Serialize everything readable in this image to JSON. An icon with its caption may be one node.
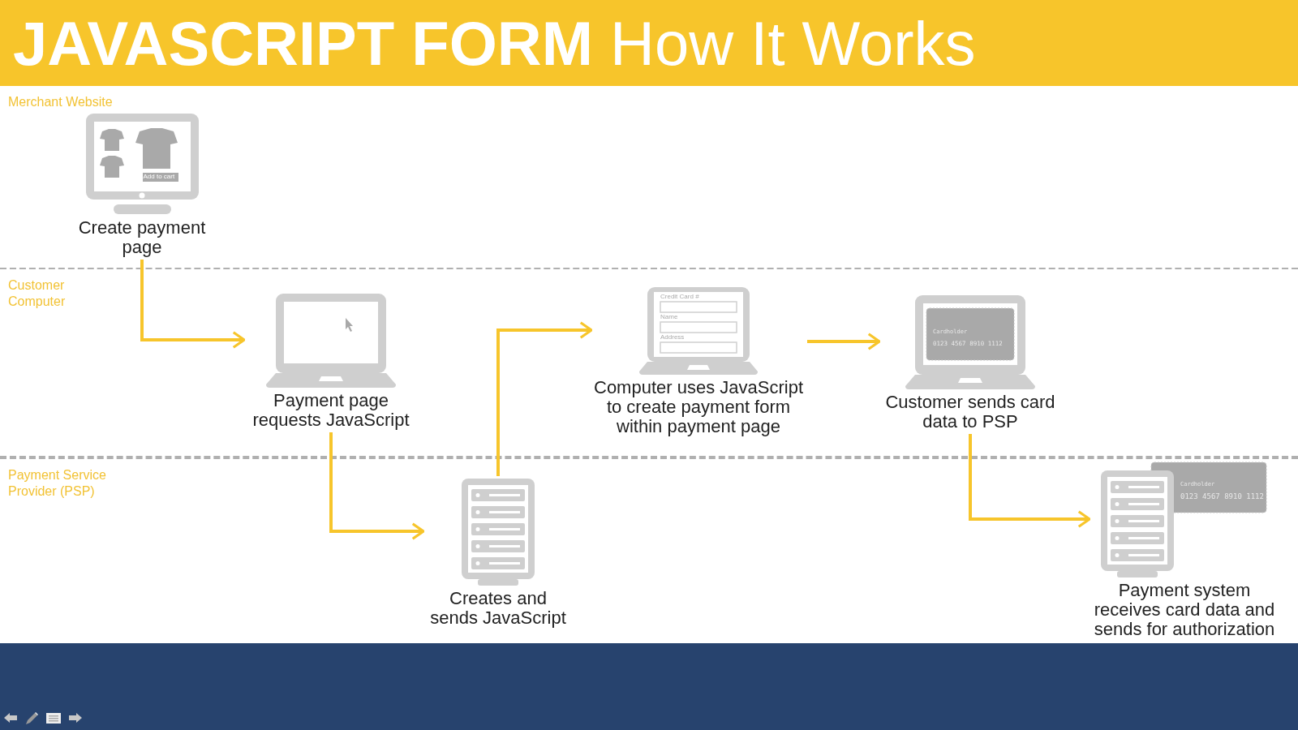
{
  "diagram": {
    "title": "**JAVASCRIPT FORM** How It Works",
    "nodes": [
      {
        "text": [
          "Merchant Website"
        ]
      },
      {
        "text": [
          "Create payment page"
        ],
        "in": 0
      },
      {
        "text": [
          "Customer Computer"
        ]
      },
      {
        "text": [
          "Payment page requests JavaScript"
        ],
        "in": 2
      },
      {
        "text": [
          "Computer uses JavaScript to create payment form within payment page"
        ],
        "in": 2
      },
      {
        "text": [
          "Customer sends card data to PSP"
        ],
        "in": 2
      },
      {
        "text": [
          "Payment Service Provider (PSP)"
        ]
      },
      {
        "text": [
          "Creates and sends JavaScript"
        ],
        "in": 6
      },
      {
        "text": [
          "Payment system receives card data and sends for authorization"
        ],
        "in": 6
      }
    ],
    "edges": [
      {
        "from": 1,
        "to": 3,
        "arrow": "to"
      },
      {
        "from": 3,
        "to": 7,
        "arrow": "to"
      },
      {
        "from": 7,
        "to": 4,
        "arrow": "to"
      },
      {
        "from": 4,
        "to": 5,
        "arrow": "to"
      },
      {
        "from": 5,
        "to": 8,
        "arrow": "to"
      }
    ],
    "labels": [
      "Add to cart",
      "Credit Card #",
      "Name",
      "Address",
      "Cardholder",
      "0123 4567 8910 1112",
      "Cardholder",
      "0123 4567 8910 1112"
    ]
  }
}
